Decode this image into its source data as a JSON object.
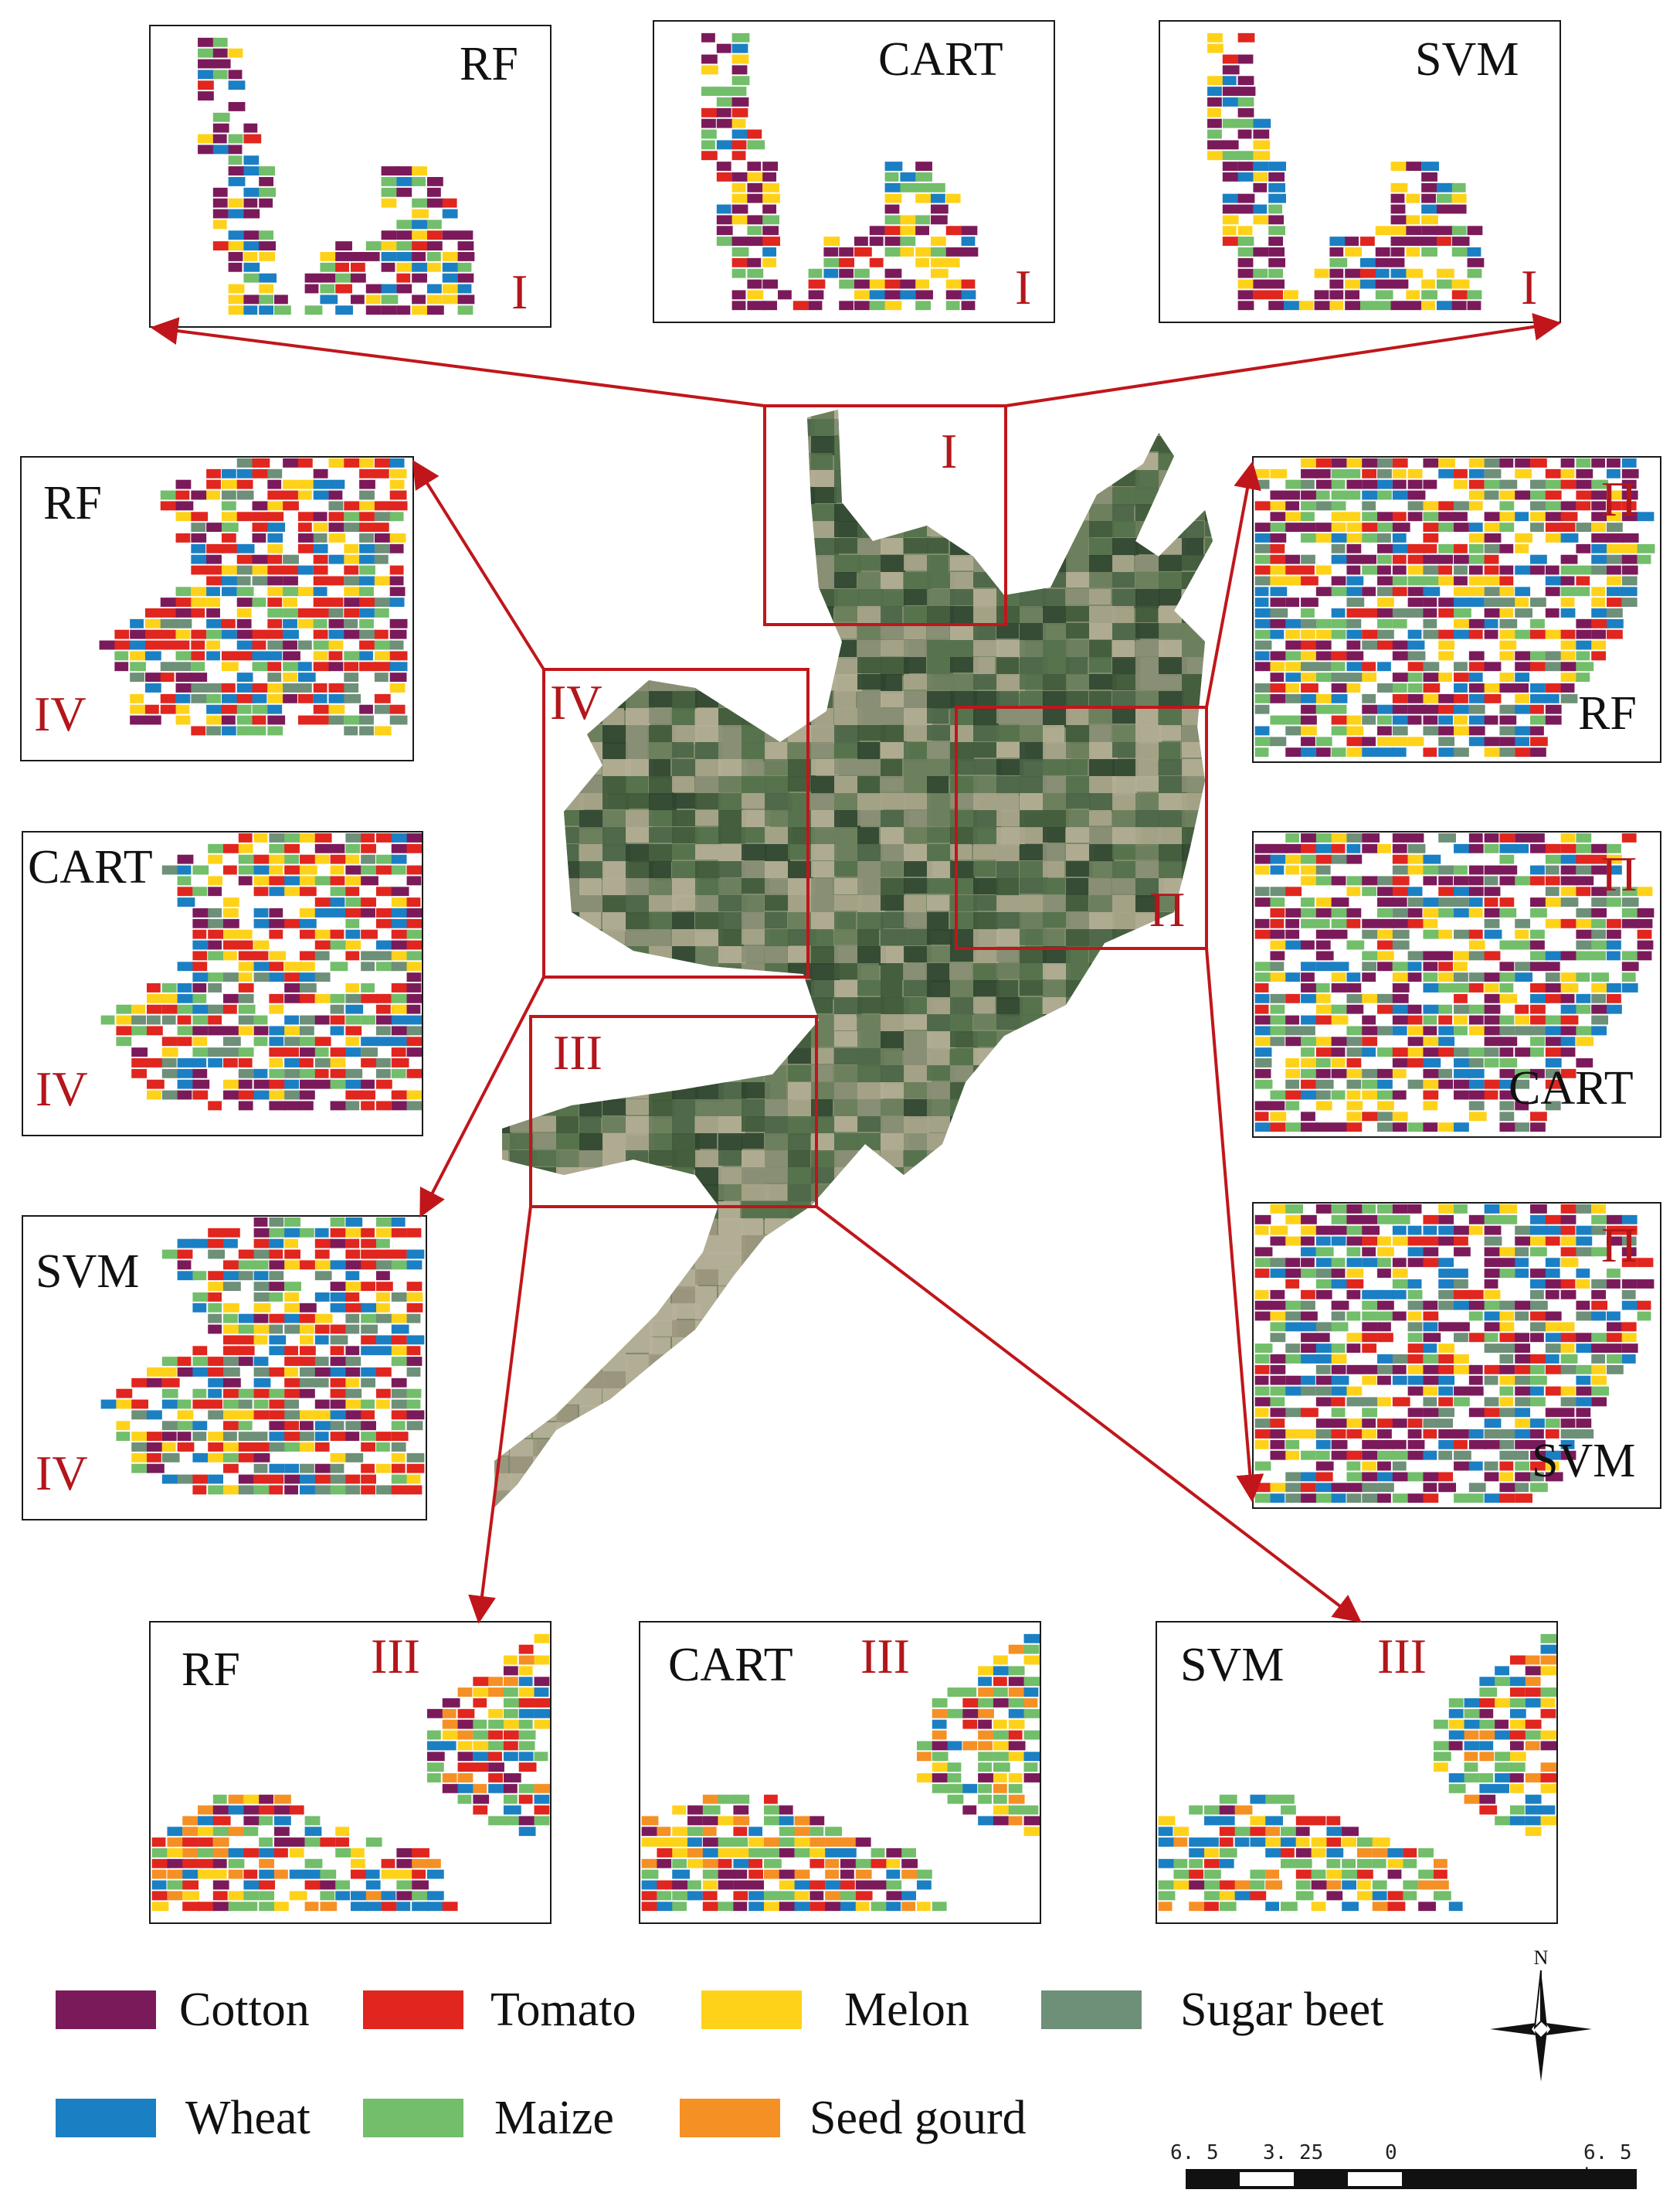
{
  "regions": [
    {
      "id": "I",
      "label": "I",
      "panels": [
        {
          "method": "RF"
        },
        {
          "method": "CART"
        },
        {
          "method": "SVM"
        }
      ]
    },
    {
      "id": "II",
      "label": "Π",
      "panels": [
        {
          "method": "RF"
        },
        {
          "method": "CART"
        },
        {
          "method": "SVM"
        }
      ]
    },
    {
      "id": "III",
      "label": "III",
      "panels": [
        {
          "method": "RF"
        },
        {
          "method": "CART"
        },
        {
          "method": "SVM"
        }
      ]
    },
    {
      "id": "IV",
      "label": "IV",
      "panels": [
        {
          "method": "RF"
        },
        {
          "method": "CART"
        },
        {
          "method": "SVM"
        }
      ]
    }
  ],
  "legend": [
    {
      "label": "Cotton",
      "color": "#7b1a5a"
    },
    {
      "label": "Tomato",
      "color": "#e0261e"
    },
    {
      "label": "Melon",
      "color": "#ffd21a"
    },
    {
      "label": "Sugar beet",
      "color": "#6e8f78"
    },
    {
      "label": "Wheat",
      "color": "#1b7fc4"
    },
    {
      "label": "Maize",
      "color": "#72be6a"
    },
    {
      "label": "Seed gourd",
      "color": "#f59025"
    }
  ],
  "north_arrow": {
    "label": "N"
  },
  "scale_bar": {
    "ticks": [
      "6. 5",
      "3. 25",
      "0",
      "6. 5 km"
    ]
  },
  "colors": {
    "frame": "#c0161b",
    "roman": "#b3161b"
  }
}
